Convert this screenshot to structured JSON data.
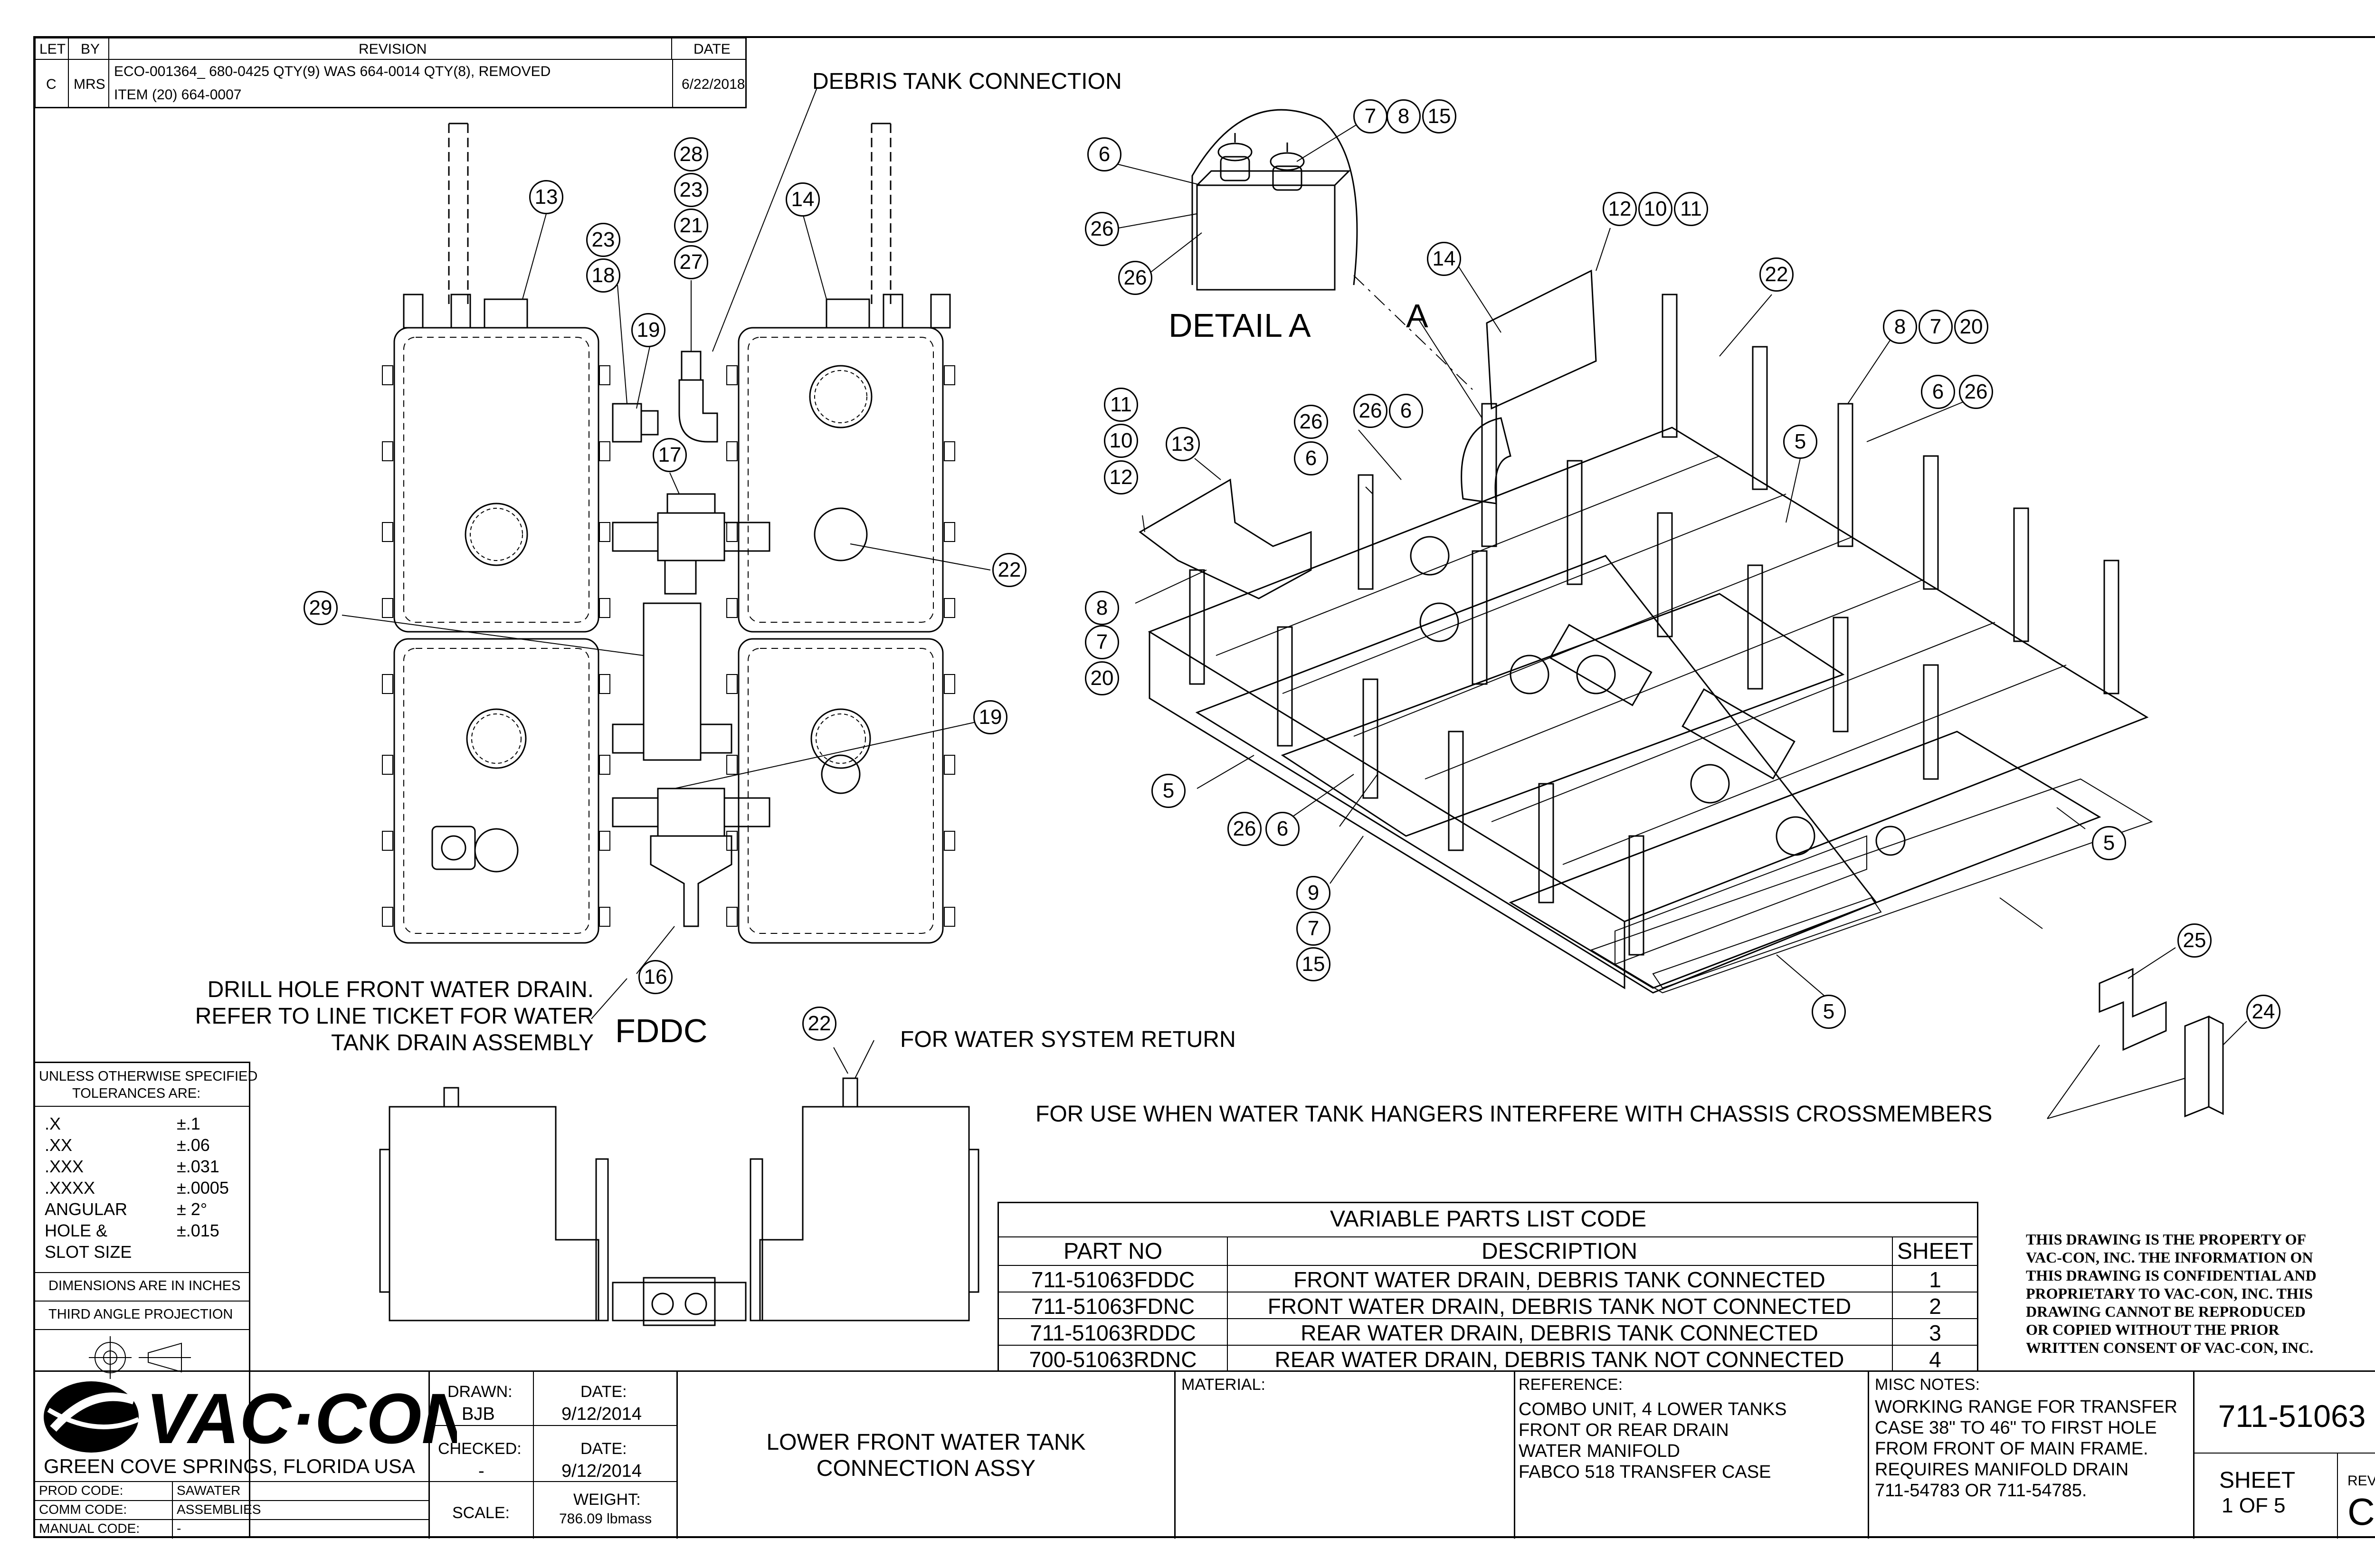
{
  "revision_block": {
    "headers": {
      "let": "LET",
      "by": "BY",
      "revision": "REVISION",
      "date": "DATE"
    },
    "row": {
      "let": "C",
      "by": "MRS",
      "revision_line1": "ECO-001364_ 680-0425 QTY(9) WAS 664-0014 QTY(8), REMOVED",
      "revision_line2": "ITEM (20) 664-0007",
      "date": "6/22/2018"
    }
  },
  "callouts": {
    "debris_tank_connection": "DEBRIS TANK CONNECTION",
    "detail_a": "DETAIL  A",
    "a_marker": "A",
    "drill_hole_line1": "DRILL HOLE FRONT WATER DRAIN.",
    "drill_hole_line2": "REFER TO LINE TICKET FOR WATER",
    "drill_hole_line3": "TANK DRAIN ASSEMBLY",
    "fddc": "FDDC",
    "water_system_return": "FOR WATER SYSTEM RETURN",
    "hangers_note": "FOR USE WHEN WATER TANK HANGERS INTERFERE WITH CHASSIS CROSSMEMBERS"
  },
  "balloons": {
    "b1": "13",
    "b2": "14",
    "b3": "23",
    "b4": "18",
    "b5": "19",
    "b6": "28",
    "b7": "23",
    "b8": "21",
    "b9": "27",
    "b10": "17",
    "b11": "22",
    "b12": "29",
    "b13": "19",
    "b14": "16",
    "b15": "22",
    "b16": "6",
    "b17": "26",
    "b18": "26",
    "b19": "7",
    "b20": "8",
    "b21": "15",
    "b22": "12",
    "b23": "10",
    "b24": "11",
    "b25": "14",
    "b26": "22",
    "b27": "8",
    "b28": "7",
    "b29": "20",
    "b30": "6",
    "b31": "26",
    "b32": "5",
    "b33": "26",
    "b34": "6",
    "b35": "26",
    "b36": "6",
    "b37": "11",
    "b38": "10",
    "b39": "12",
    "b40": "13",
    "b41": "8",
    "b42": "7",
    "b43": "20",
    "b44": "5",
    "b45": "26",
    "b46": "6",
    "b47": "9",
    "b48": "7",
    "b49": "15",
    "b50": "5",
    "b51": "5",
    "b52": "25",
    "b53": "24"
  },
  "tolerances": {
    "title_line1": "UNLESS OTHERWISE SPECIFIED",
    "title_line2": "TOLERANCES ARE:",
    "rows": [
      {
        "label": ".X",
        "value": "±.1"
      },
      {
        "label": ".XX",
        "value": "±.06"
      },
      {
        "label": ".XXX",
        "value": "±.031"
      },
      {
        "label": ".XXXX",
        "value": "±.0005"
      },
      {
        "label": "ANGULAR",
        "value": "± 2°"
      },
      {
        "label": "HOLE &",
        "value": "±.015"
      },
      {
        "label": "SLOT SIZE",
        "value": ""
      }
    ],
    "dimensions_note": "DIMENSIONS ARE IN INCHES",
    "projection_note": "THIRD ANGLE PROJECTION"
  },
  "parts_list": {
    "title": "VARIABLE PARTS LIST CODE",
    "headers": {
      "part_no": "PART NO",
      "description": "DESCRIPTION",
      "sheet": "SHEET"
    },
    "rows": [
      {
        "part_no": "711-51063FDDC",
        "description": "FRONT WATER DRAIN, DEBRIS TANK CONNECTED",
        "sheet": "1"
      },
      {
        "part_no": "711-51063FDNC",
        "description": "FRONT WATER DRAIN, DEBRIS TANK NOT CONNECTED",
        "sheet": "2"
      },
      {
        "part_no": "711-51063RDDC",
        "description": "REAR WATER DRAIN, DEBRIS TANK CONNECTED",
        "sheet": "3"
      },
      {
        "part_no": "700-51063RDNC",
        "description": "REAR WATER DRAIN, DEBRIS TANK NOT CONNECTED",
        "sheet": "4"
      }
    ]
  },
  "proprietary_notice": [
    "THIS DRAWING IS THE PROPERTY OF",
    "VAC-CON, INC.  THE INFORMATION ON",
    "THIS DRAWING IS CONFIDENTIAL AND",
    "PROPRIETARY TO VAC-CON, INC.  THIS",
    "DRAWING CANNOT BE REPRODUCED",
    "OR COPIED WITHOUT THE PRIOR",
    "WRITTEN CONSENT OF VAC-CON, INC."
  ],
  "title_block": {
    "logo_text": "VAC·CON",
    "location": "GREEN COVE SPRINGS, FLORIDA USA",
    "codes": [
      {
        "label": "PROD CODE:",
        "value": "SAWATER"
      },
      {
        "label": "COMM CODE:",
        "value": "ASSEMBLIES"
      },
      {
        "label": "MANUAL CODE:",
        "value": "-"
      }
    ],
    "drawn_label": "DRAWN:",
    "drawn_value": "BJB",
    "drawn_date_label": "DATE:",
    "drawn_date": "9/12/2014",
    "checked_label": "CHECKED:",
    "checked_value": "-",
    "checked_date_label": "DATE:",
    "checked_date": "9/12/2014",
    "scale_label": "SCALE:",
    "weight_label": "WEIGHT:",
    "weight_value": "786.09 lbmass",
    "title_line1": "LOWER FRONT WATER TANK",
    "title_line2": "CONNECTION ASSY",
    "material_label": "MATERIAL:",
    "reference_label": "REFERENCE:",
    "reference_lines": [
      "COMBO UNIT, 4 LOWER TANKS",
      "FRONT OR REAR DRAIN",
      "WATER MANIFOLD",
      "FABCO 518 TRANSFER CASE"
    ],
    "misc_label": "MISC NOTES:",
    "misc_lines": [
      "WORKING RANGE FOR TRANSFER",
      "CASE 38\" TO 46\" TO FIRST HOLE",
      "FROM FRONT OF MAIN FRAME.",
      "REQUIRES MANIFOLD DRAIN",
      "711-54783 OR 711-54785."
    ],
    "drawing_number": "711-51063",
    "sheet_label": "SHEET",
    "sheet_value": "1  OF 5",
    "rev_label": "REV",
    "rev_value": "C"
  }
}
